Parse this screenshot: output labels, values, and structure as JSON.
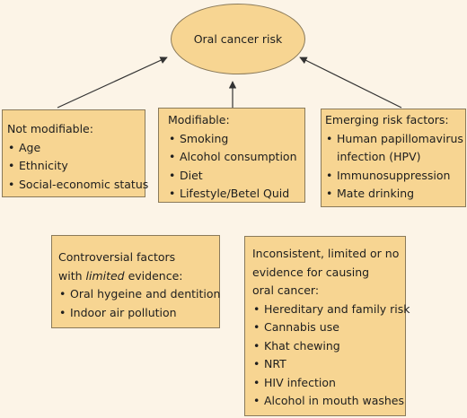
{
  "center": {
    "label": "Oral cancer risk"
  },
  "not_modifiable": {
    "title": "Not modifiable:",
    "items": [
      "Age",
      "Ethnicity",
      "Social-economic status"
    ]
  },
  "modifiable": {
    "title": "Modifiable:",
    "items": [
      "Smoking",
      "Alcohol consumption",
      "Diet",
      "Lifestyle/Betel Quid"
    ]
  },
  "emerging": {
    "title": "Emerging risk factors:",
    "items": [
      "Human papillomavirus",
      "infection (HPV)",
      "Immunosuppression",
      "Mate drinking"
    ]
  },
  "controversial": {
    "title_line1": "Controversial factors",
    "title_pre": "with ",
    "title_em": "limited",
    "title_post": " evidence:",
    "items": [
      "Oral hygeine and dentition",
      "Indoor air pollution"
    ]
  },
  "inconsistent": {
    "title_lines": [
      "Inconsistent, limited or no",
      "evidence for causing",
      "oral cancer:"
    ],
    "items": [
      "Hereditary and family risk",
      "Cannabis use",
      "Khat chewing",
      "NRT",
      "HIV infection",
      "Alcohol in mouth washes"
    ]
  },
  "colors": {
    "box_fill": "#f7d592",
    "background": "#fcf4e7",
    "border": "#8a7a5a"
  }
}
